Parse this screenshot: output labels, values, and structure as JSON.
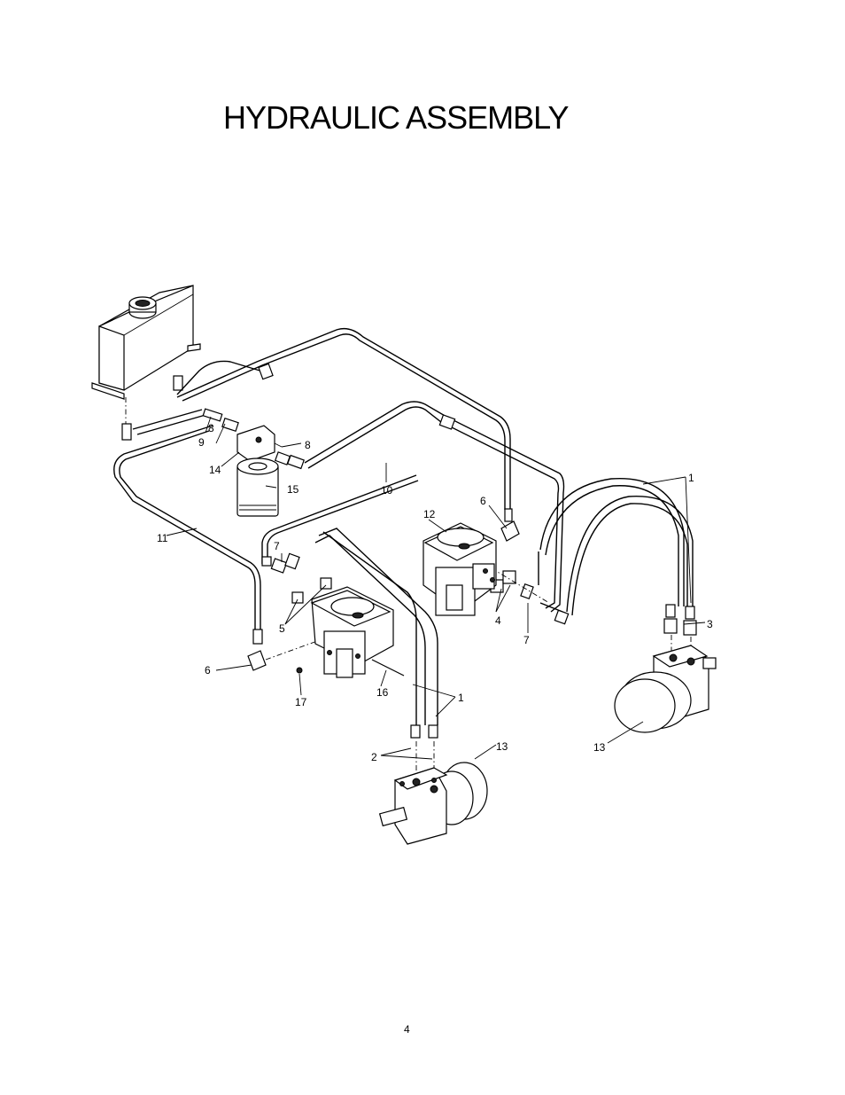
{
  "title": "HYDRAULIC ASSEMBLY",
  "page_number": "4",
  "callouts": {
    "c1_right": "1",
    "c1_lower": "1",
    "c2": "2",
    "c3": "3",
    "c4": "4",
    "c5": "5",
    "c6_right": "6",
    "c6_left": "6",
    "c7_left": "7",
    "c7_right": "7",
    "c8_left": "8",
    "c8_right": "8",
    "c9": "9",
    "c10": "10",
    "c11": "11",
    "c12": "12",
    "c13_lower": "13",
    "c13_right": "13",
    "c14": "14",
    "c15": "15",
    "c16": "16",
    "c17": "17"
  }
}
